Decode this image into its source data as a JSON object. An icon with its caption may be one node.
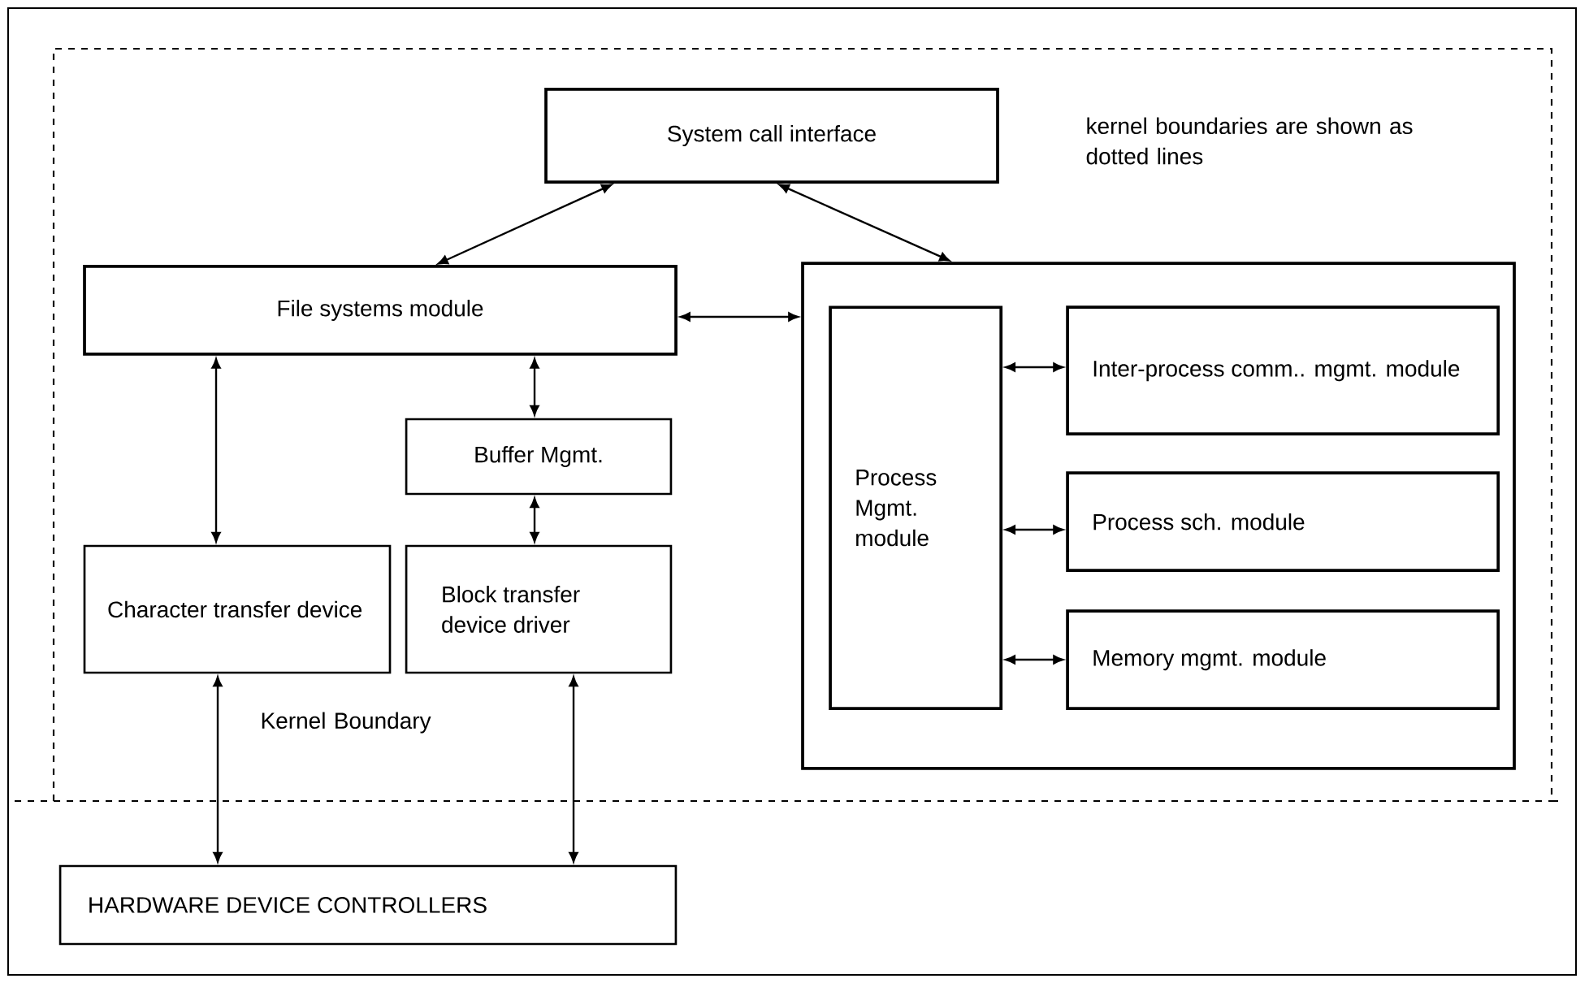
{
  "diagram": {
    "nodes": [
      {
        "text": [
          "System call interface"
        ]
      },
      {
        "text": [
          "File systems module"
        ]
      },
      {
        "text": [],
        "shape": "box"
      },
      {
        "text": [
          "Process Mgmt. module"
        ],
        "in": 2
      },
      {
        "text": [
          "Inter-process comm.. mgmt. module"
        ],
        "in": 2
      },
      {
        "text": [
          "Process sch.  module"
        ],
        "in": 2
      },
      {
        "text": [
          "Memory mgmt. module"
        ],
        "in": 2
      },
      {
        "text": [
          "Buffer Mgmt."
        ]
      },
      {
        "text": [
          "Character transfer device"
        ]
      },
      {
        "text": [
          "Block transfer device driver"
        ]
      },
      {
        "text": [
          "HARDWARE DEVICE CONTROLLERS"
        ]
      }
    ],
    "edges": [
      {
        "from": 0,
        "to": 1,
        "arrow": "both"
      },
      {
        "from": 0,
        "to": 2,
        "arrow": "both"
      },
      {
        "from": 1,
        "to": 2,
        "arrow": "both"
      },
      {
        "from": 1,
        "to": 8,
        "arrow": "both"
      },
      {
        "from": 1,
        "to": 7,
        "arrow": "both"
      },
      {
        "from": 7,
        "to": 9,
        "arrow": "both"
      },
      {
        "from": 3,
        "to": 4,
        "arrow": "both"
      },
      {
        "from": 3,
        "to": 5,
        "arrow": "both"
      },
      {
        "from": 3,
        "to": 6,
        "arrow": "both"
      },
      {
        "from": 8,
        "to": 10,
        "arrow": "both"
      },
      {
        "from": 9,
        "to": 10,
        "arrow": "both"
      }
    ],
    "labels": [
      "kernel boundaries are shown as dotted lines",
      "Kernel Boundary"
    ]
  }
}
